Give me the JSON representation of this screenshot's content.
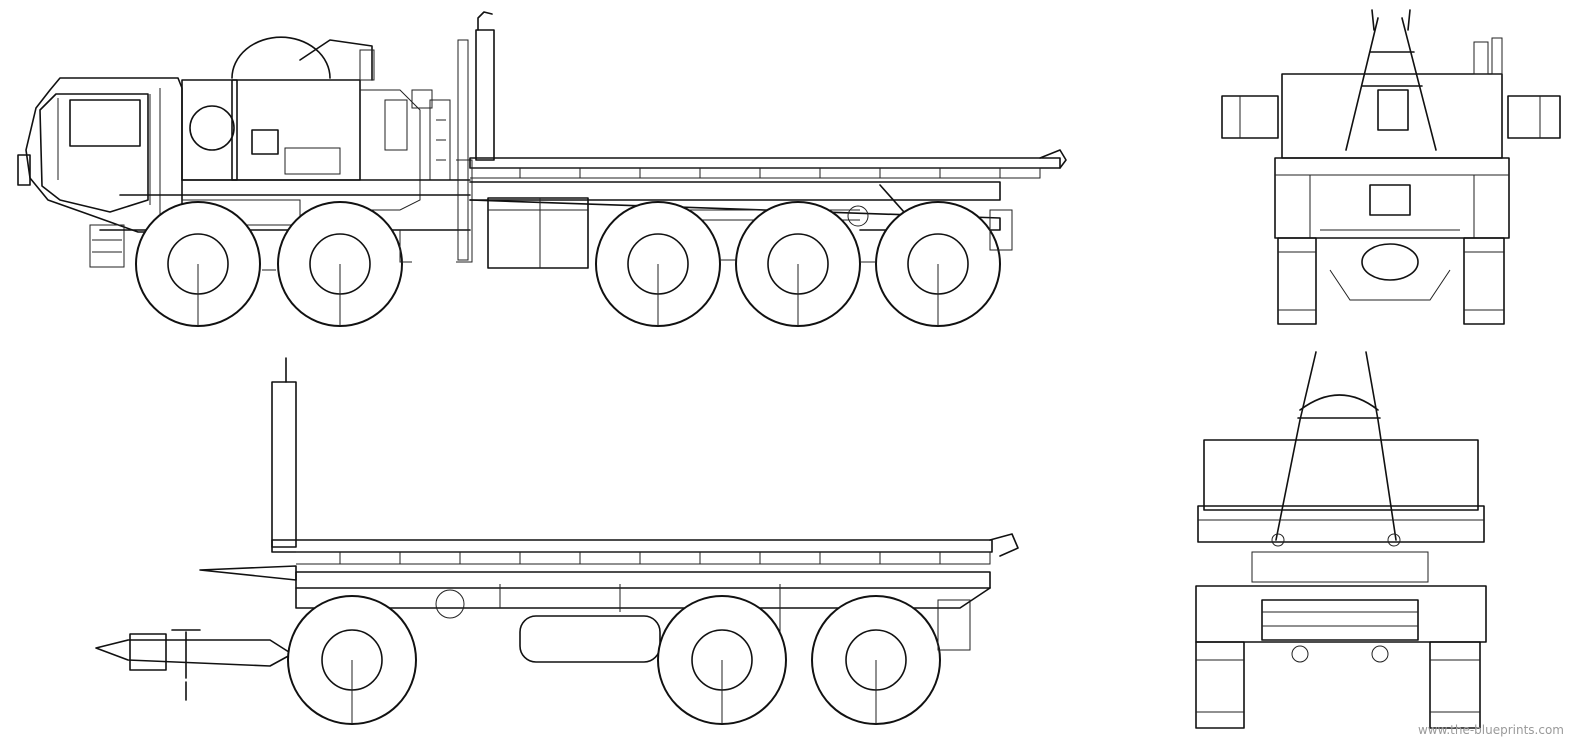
{
  "watermark": "www.the-blueprints.com",
  "views": {
    "truck_side": "Truck side view",
    "truck_rear": "Truck rear view",
    "trailer_side": "Trailer side view",
    "trailer_front": "Trailer front view"
  },
  "colors": {
    "line": "#111111",
    "background": "#ffffff",
    "watermark": "#9a9a9a"
  }
}
